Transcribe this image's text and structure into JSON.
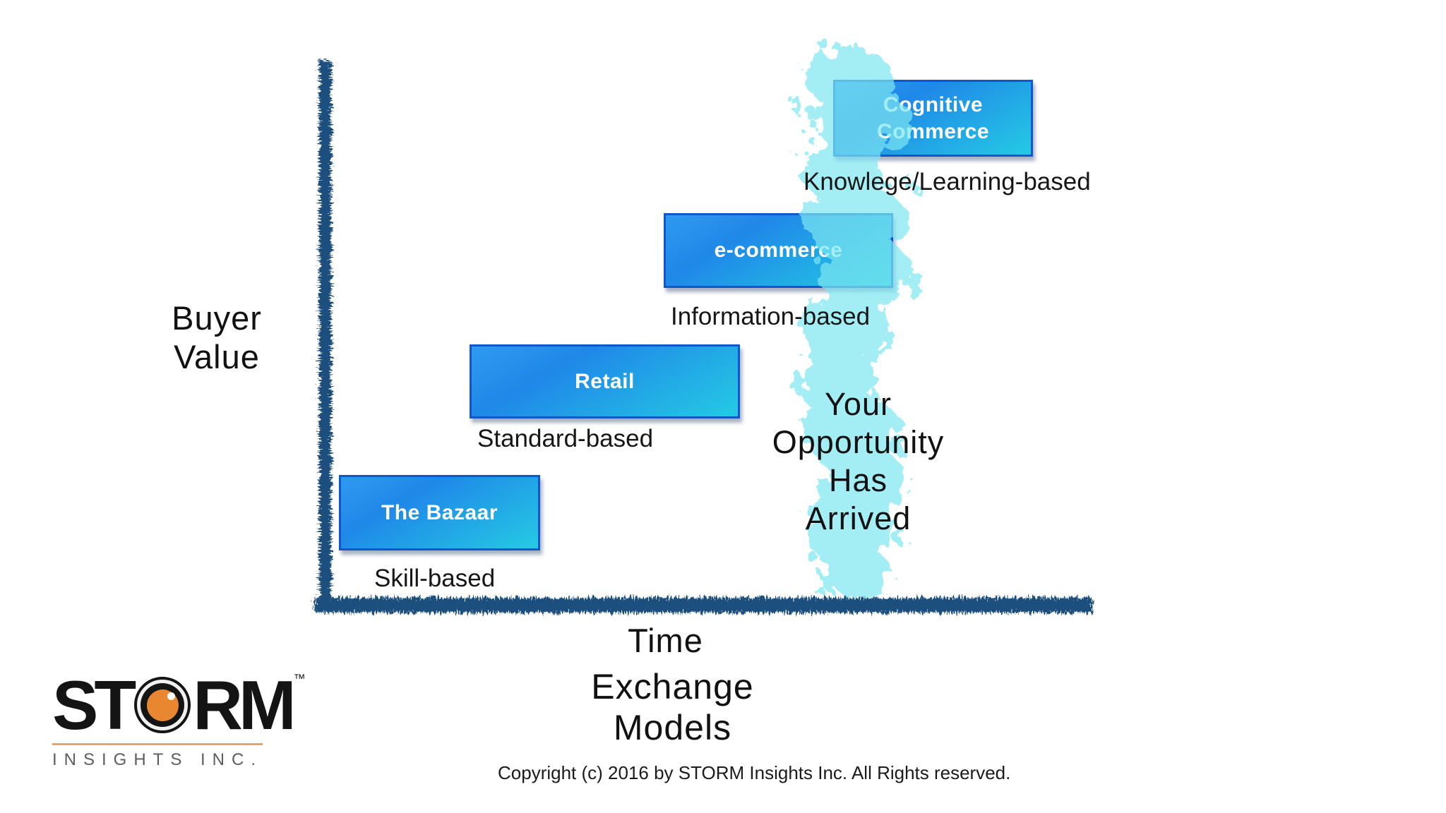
{
  "slide": {
    "y_axis_label_lines": [
      "Buyer",
      "Value"
    ],
    "x_axis_label": "Time",
    "title": "Exchange Models",
    "steps": [
      {
        "name": "The Bazaar",
        "basis": "Skill-based"
      },
      {
        "name": "Retail",
        "basis": "Standard-based"
      },
      {
        "name": "e-commerce",
        "basis": "Information-based"
      },
      {
        "name": "Cognitive Commerce",
        "basis": "Knowlege/Learning-based"
      }
    ],
    "annotation_lines": [
      "Your",
      "Opportunity",
      "Has",
      "Arrived"
    ]
  },
  "logo": {
    "word_start": "ST",
    "word_end": "RM",
    "trademark": "™",
    "subtitle": "INSIGHTS INC."
  },
  "footer": {
    "copyright": "Copyright (c) 2016 by STORM Insights Inc. All Rights reserved."
  },
  "colors": {
    "axis": "#1d4f7e",
    "brush": "#7de7f1",
    "box_border": "#1057ce",
    "box_gradient_top": "#2f9af0",
    "box_gradient_bottom": "#25cae4",
    "box_text": "#ffffff",
    "label_text": "#161616",
    "logo_accent": "#e8872f",
    "logo_subtitle_gray": "#5e5e5e"
  }
}
